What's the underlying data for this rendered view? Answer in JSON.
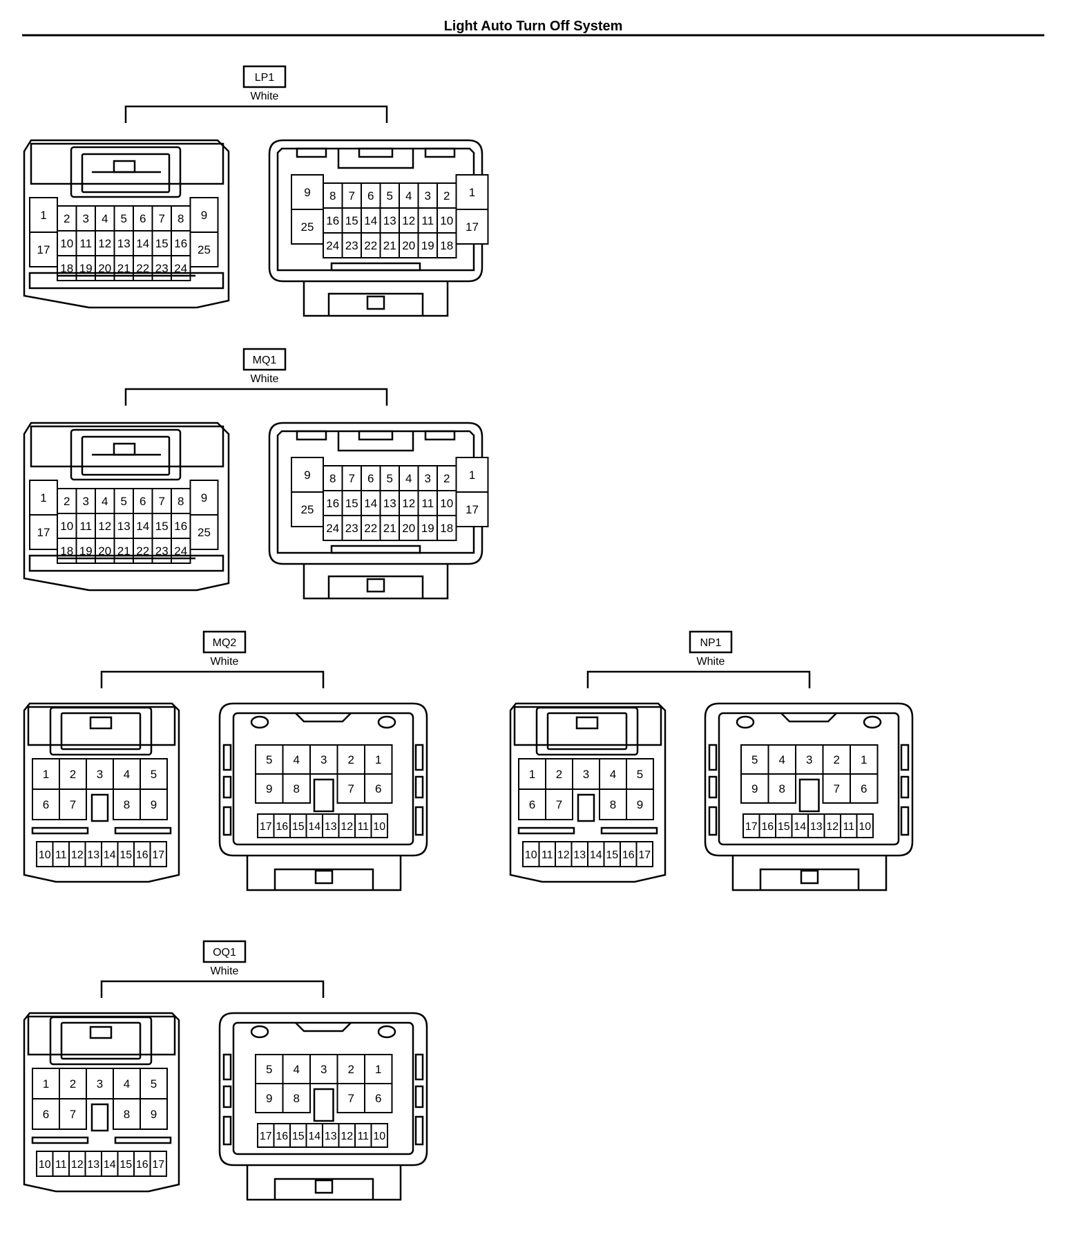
{
  "title": "Light Auto Turn Off System",
  "connectors": [
    {
      "id": "LP1",
      "color": "White",
      "type": "c25"
    },
    {
      "id": "MQ1",
      "color": "White",
      "type": "c25"
    },
    {
      "id": "MQ2",
      "color": "White",
      "type": "c17"
    },
    {
      "id": "NP1",
      "color": "White",
      "type": "c17"
    },
    {
      "id": "OQ1",
      "color": "White",
      "type": "c17"
    }
  ],
  "pinouts": {
    "c25_left": {
      "top": [
        "2",
        "3",
        "4",
        "5",
        "6",
        "7",
        "8"
      ],
      "mid": [
        "10",
        "11",
        "12",
        "13",
        "14",
        "15",
        "16"
      ],
      "bot": [
        "18",
        "19",
        "20",
        "21",
        "22",
        "23",
        "24"
      ],
      "left_a": "1",
      "left_b": "17",
      "right_a": "9",
      "right_b": "25"
    },
    "c25_right": {
      "top": [
        "8",
        "7",
        "6",
        "5",
        "4",
        "3",
        "2"
      ],
      "mid": [
        "16",
        "15",
        "14",
        "13",
        "12",
        "11",
        "10"
      ],
      "bot": [
        "24",
        "23",
        "22",
        "21",
        "20",
        "19",
        "18"
      ],
      "left_a": "9",
      "left_b": "25",
      "right_a": "1",
      "right_b": "17"
    },
    "c17_left": {
      "row1": [
        "1",
        "2",
        "3",
        "4",
        "5"
      ],
      "row2": [
        "6",
        "7",
        "",
        "8",
        "9"
      ],
      "row3": [
        "10",
        "11",
        "12",
        "13",
        "14",
        "15",
        "16",
        "17"
      ]
    },
    "c17_right": {
      "row1": [
        "5",
        "4",
        "3",
        "2",
        "1"
      ],
      "row2": [
        "9",
        "8",
        "",
        "7",
        "6"
      ],
      "row3": [
        "17",
        "16",
        "15",
        "14",
        "13",
        "12",
        "11",
        "10"
      ]
    }
  }
}
